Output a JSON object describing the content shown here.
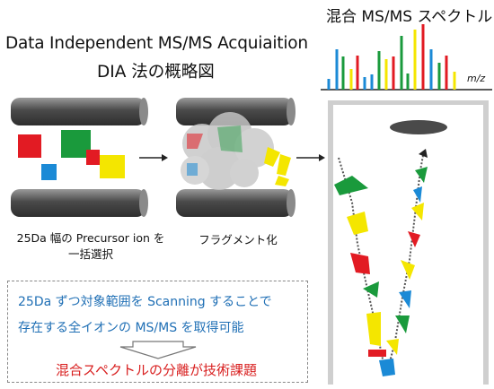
{
  "title_line1": "Data Independent MS/MS Acquiaition",
  "title_line2": "DIA 法の概略図",
  "spectrum_title": "混合 MS/MS スペクトル",
  "mz_label": "m/z",
  "step1_label": "25Da 幅の Precursor ion を一括選択",
  "step2_label": "フラグメント化",
  "box_line1": "25Da ずつ対象範囲を Scanning することで",
  "box_line2": "存在する全イオンの MS/MS を取得可能",
  "box_conclusion": "混合スペクトルの分離が技術課題",
  "colors": {
    "red": "#e21b23",
    "green": "#1a9a3c",
    "blue": "#1b8ad6",
    "yellow": "#f4e600",
    "rod": "#6e6e6e",
    "accent_blue": "#1f6fb5",
    "accent_red": "#d81e1e"
  }
}
